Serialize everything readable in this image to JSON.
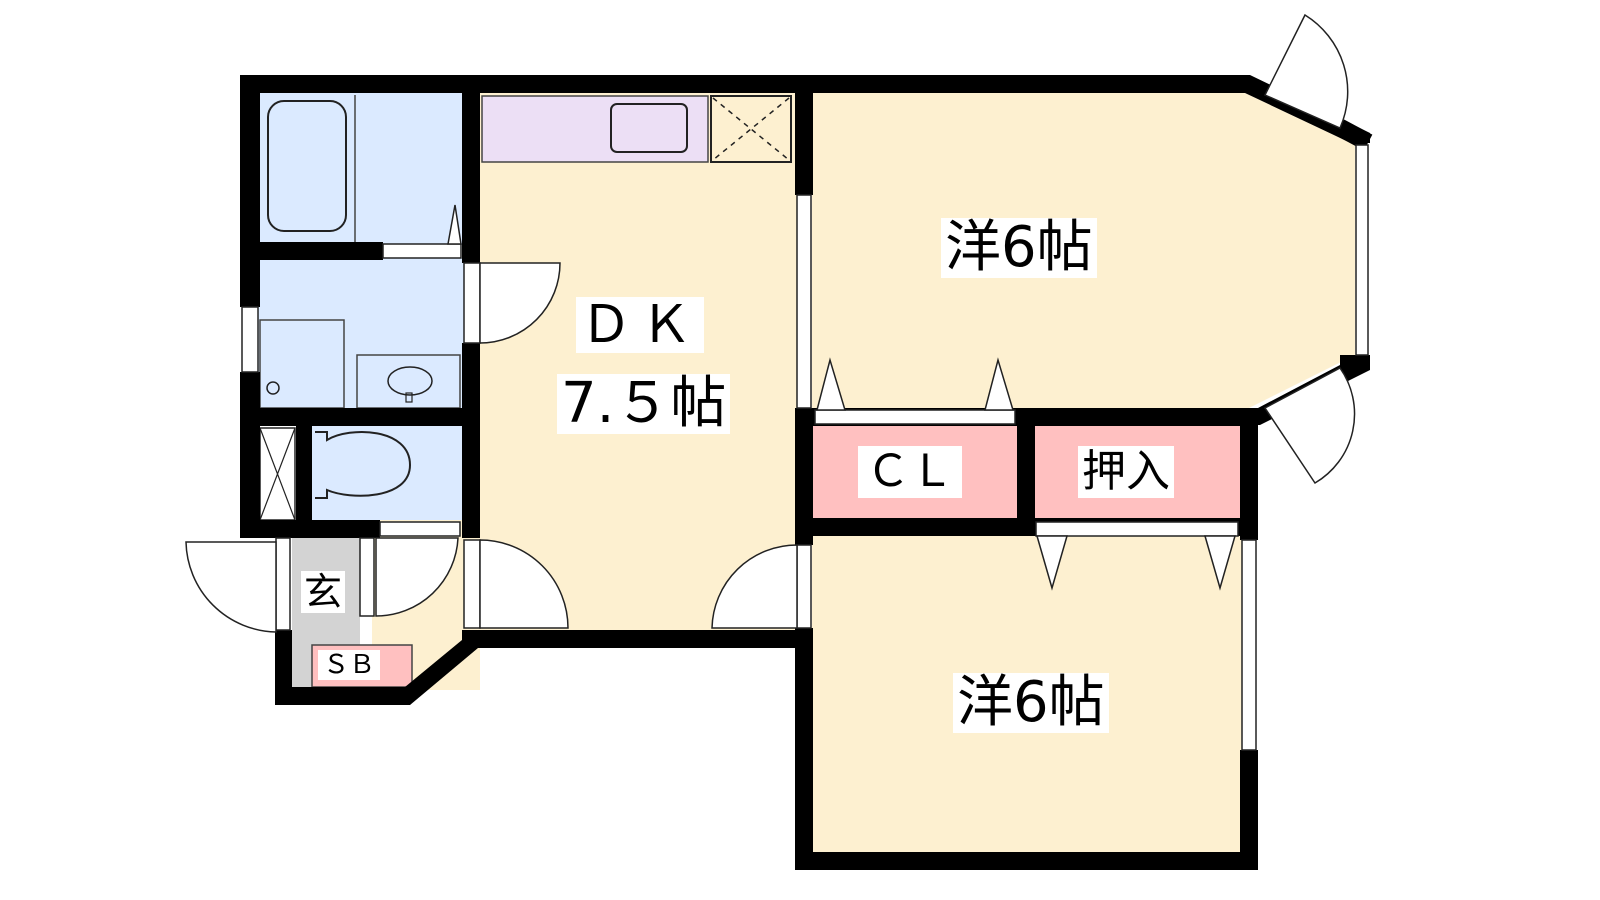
{
  "rooms": {
    "dk_name": "ＤＫ",
    "dk_size": "7.５帖",
    "western1": "洋6帖",
    "western2": "洋6帖",
    "closet": "ＣＬ",
    "oshiire": "押入",
    "entrance": "玄",
    "shoebox": "ＳＢ"
  },
  "colors": {
    "wet_area": "#dbeaff",
    "living": "#fdf0d0",
    "kitchen": "#ecdff5",
    "storage": "#ffc0c0",
    "entrance": "#d3d3d3",
    "wall": "#000000"
  }
}
